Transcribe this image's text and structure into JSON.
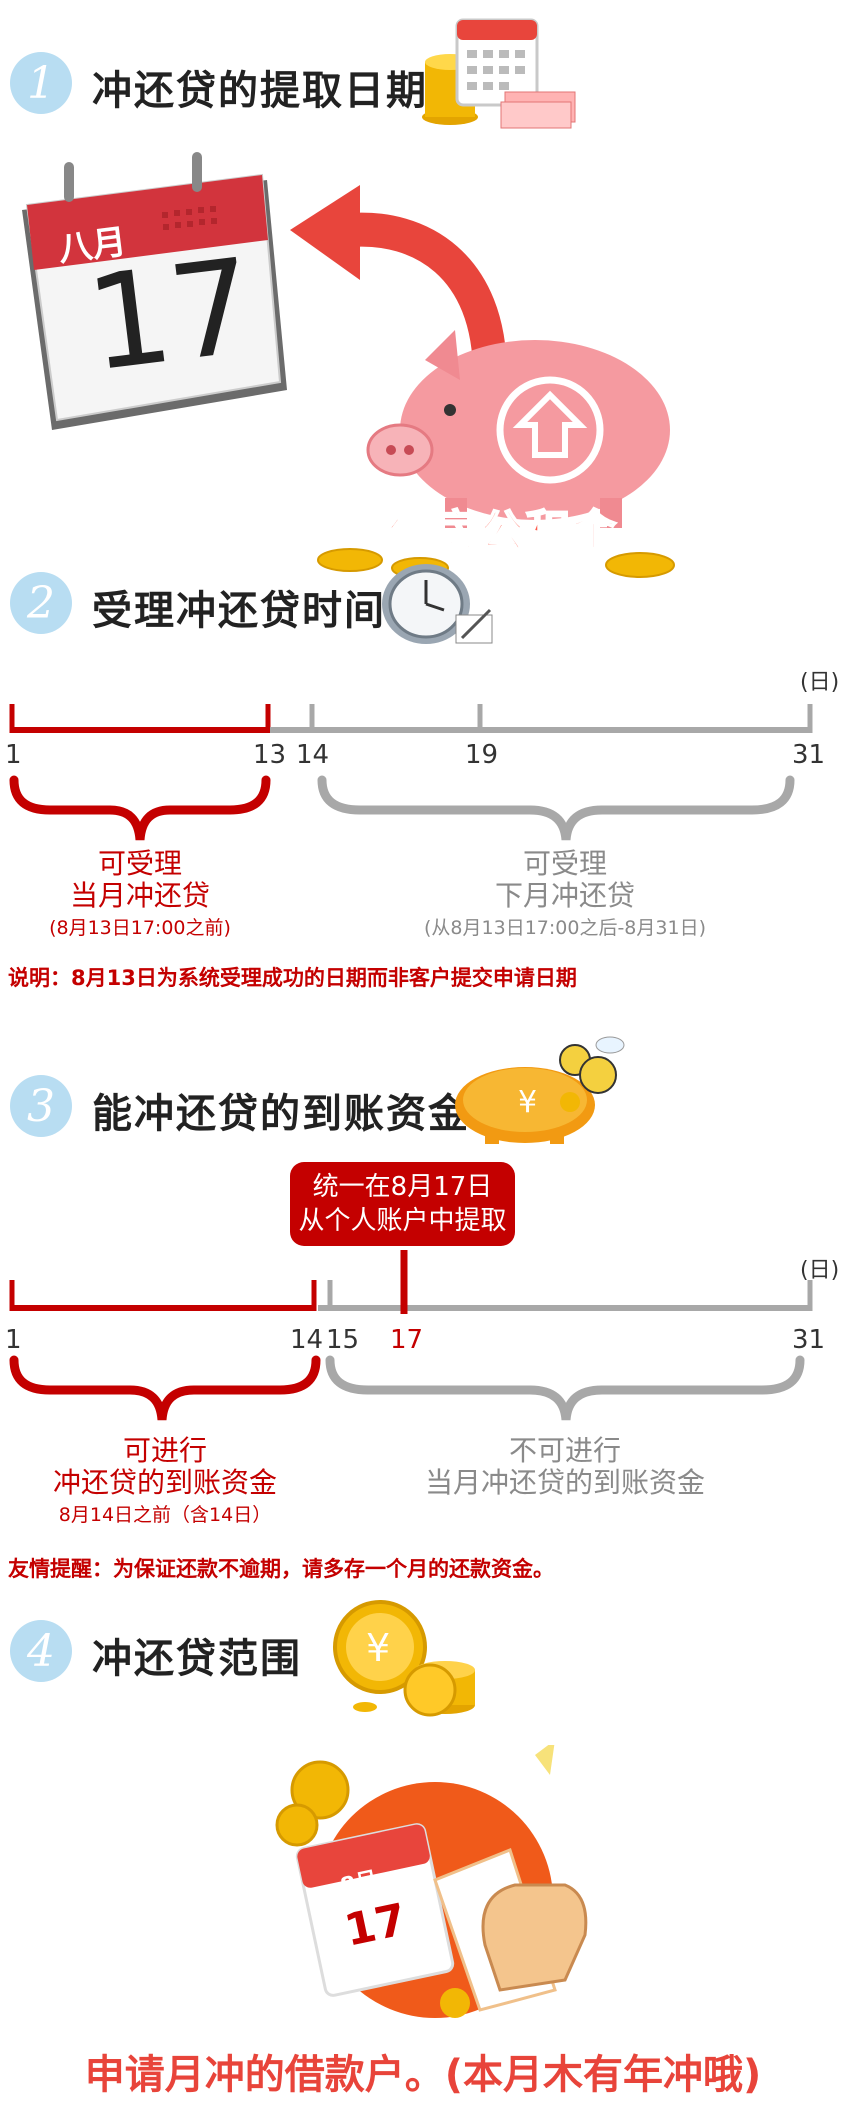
{
  "section1": {
    "number": "1",
    "title": "冲还贷的提取日期"
  },
  "calendar": {
    "month": "八月",
    "day": "17"
  },
  "piggy": {
    "label": "住房公积金"
  },
  "section2": {
    "number": "2",
    "title": "受理冲还贷时间"
  },
  "timeline1": {
    "unit": "(日)",
    "ticks": [
      "1",
      "13",
      "14",
      "19",
      "31"
    ],
    "left": {
      "line1": "可受理",
      "line2": "当月冲还贷",
      "line3": "(8月13日17:00之前)"
    },
    "right": {
      "line1": "可受理",
      "line2": "下月冲还贷",
      "line3": "(从8月13日17:00之后-8月31日)"
    },
    "note": "说明：8月13日为系统受理成功的日期而非客户提交申请日期"
  },
  "section3": {
    "number": "3",
    "title": "能冲还贷的到账资金"
  },
  "timeline2": {
    "bubble_line1": "统一在8月17日",
    "bubble_line2": "从个人账户中提取",
    "unit": "(日)",
    "ticks": [
      "1",
      "14",
      "15",
      "17",
      "31"
    ],
    "left": {
      "line1": "可进行",
      "line2": "冲还贷的到账资金",
      "line3": "8月14日之前（含14日）"
    },
    "right": {
      "line1": "不可进行",
      "line2": "当月冲还贷的到账资金"
    },
    "note": "友情提醒：为保证还款不逾期，请多存一个月的还款资金。"
  },
  "section4": {
    "number": "4",
    "title": "冲还贷范围"
  },
  "bottom_calendar": {
    "month": "8月",
    "day": "17"
  },
  "footer": {
    "text": "申请月冲的借款户。(本月木有年冲哦)"
  },
  "colors": {
    "red": "#c40000",
    "gray": "#a8a8a8",
    "circle": "#b8ddf2",
    "gold": "#f2b705"
  }
}
